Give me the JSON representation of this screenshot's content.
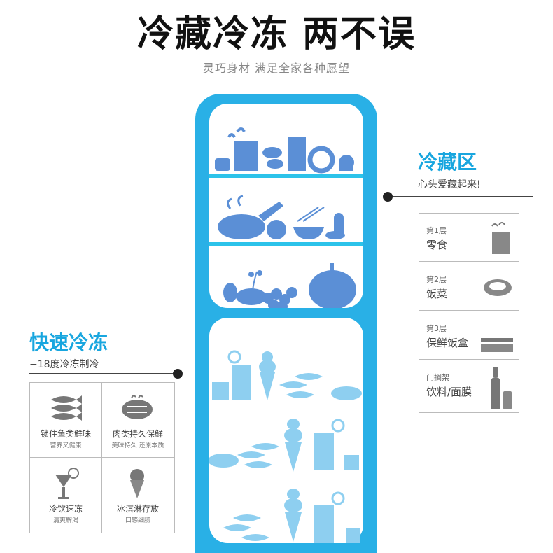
{
  "header": {
    "title": "冷藏冷冻 两不误",
    "subtitle": "灵巧身材 满足全家各种愿望"
  },
  "colors": {
    "fridge_blue": "#29b0e6",
    "accent_blue": "#18a6df",
    "food_blue": "#5b8fd6",
    "frozen_blue": "#8ecff0"
  },
  "fridge_zone": {
    "title": "冷藏区",
    "subtitle": "心头爱藏起来!",
    "shelves": [
      {
        "level": "第1层",
        "label": "零食",
        "icon": "snack-bag-icon"
      },
      {
        "level": "第2层",
        "label": "饭菜",
        "icon": "dish-bowl-icon"
      },
      {
        "level": "第3层",
        "label": "保鲜饭盒",
        "icon": "food-box-icon"
      },
      {
        "level": "门搁架",
        "label": "饮料/面膜",
        "icon": "bottle-can-icon"
      }
    ]
  },
  "freezer_zone": {
    "title": "快速冷冻",
    "subtitle": "−18度冷冻制冷",
    "features": [
      {
        "label": "锁住鱼类鲜味",
        "sub": "营养又健康",
        "icon": "fish-icon"
      },
      {
        "label": "肉类持久保鲜",
        "sub": "美味持久 还原本质",
        "icon": "steak-icon"
      },
      {
        "label": "冷饮速冻",
        "sub": "清爽解渴",
        "icon": "cold-drink-icon"
      },
      {
        "label": "冰淇淋存放",
        "sub": "口感细腻",
        "icon": "ice-cream-icon"
      }
    ]
  }
}
